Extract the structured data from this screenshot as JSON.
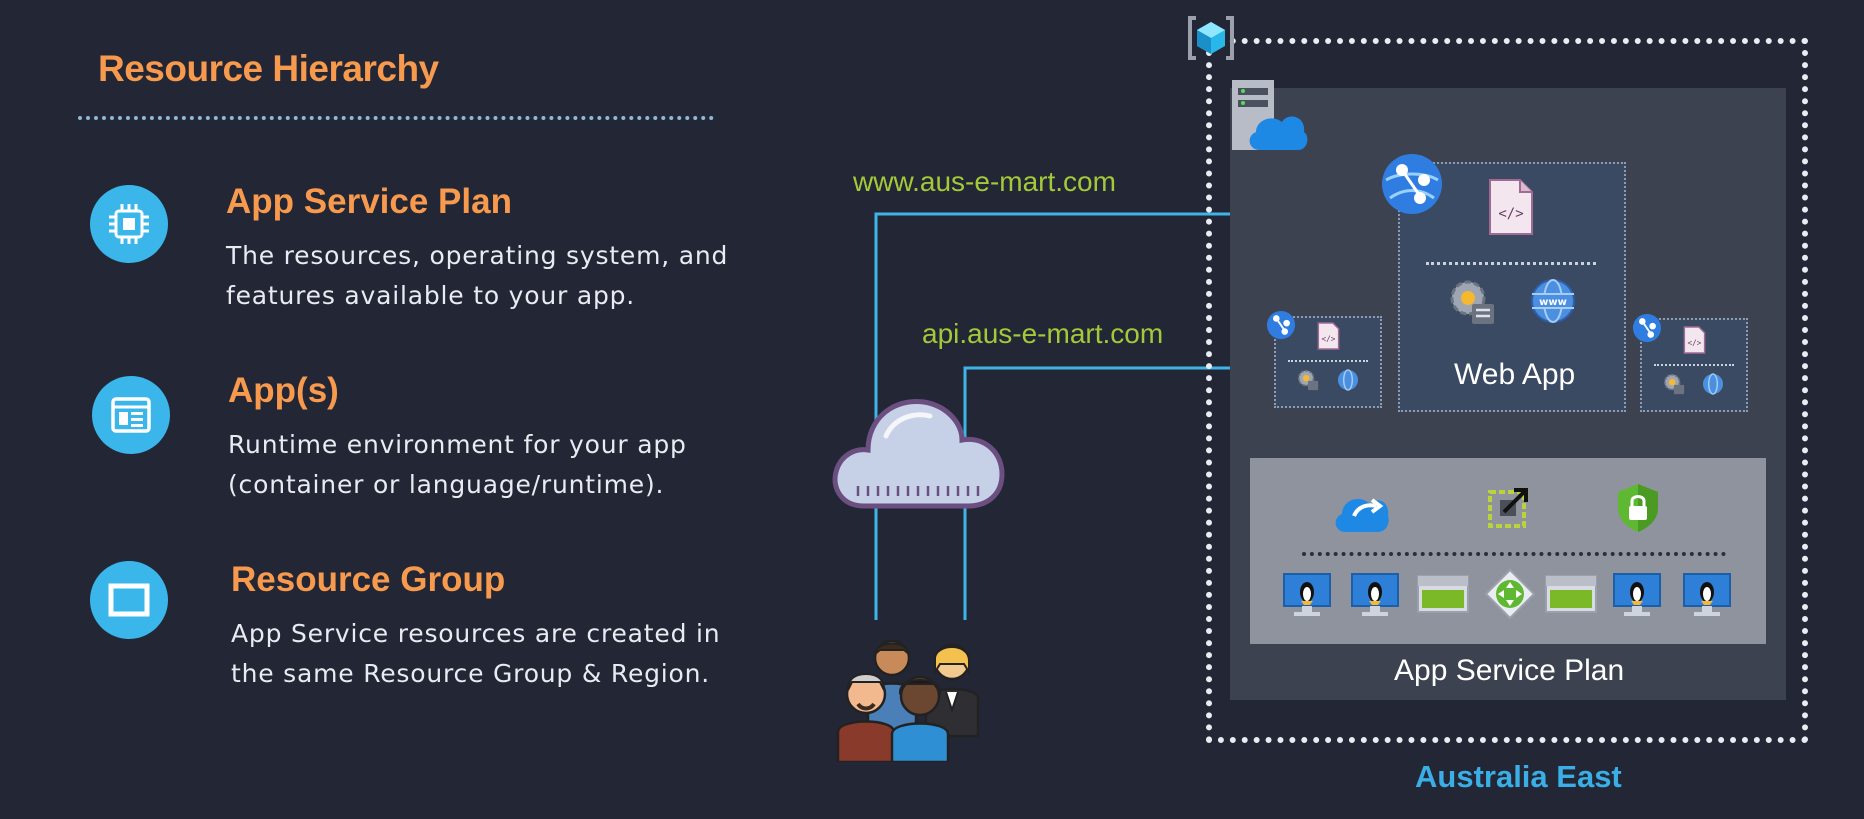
{
  "title": "Resource Hierarchy",
  "items": [
    {
      "icon": "chip-icon",
      "heading": "App Service Plan",
      "desc_line1": "The resources, operating system, and",
      "desc_line2": "features available to your app."
    },
    {
      "icon": "app-window-icon",
      "heading": "App(s)",
      "desc_line1": "Runtime environment for your app",
      "desc_line2": "(container or language/runtime)."
    },
    {
      "icon": "rectangle-icon",
      "heading": "Resource Group",
      "desc_line1": "App Service resources are created in",
      "desc_line2": "the same Resource Group & Region."
    }
  ],
  "diagram": {
    "url_www": "www.aus-e-mart.com",
    "url_api": "api.aus-e-mart.com",
    "web_app_label": "Web App",
    "plan_label": "App Service Plan",
    "region_label": "Australia East"
  },
  "colors": {
    "background": "#232634",
    "accent_orange": "#f79a4d",
    "accent_blue": "#3bb6ea",
    "url_green": "#a3c93a"
  }
}
